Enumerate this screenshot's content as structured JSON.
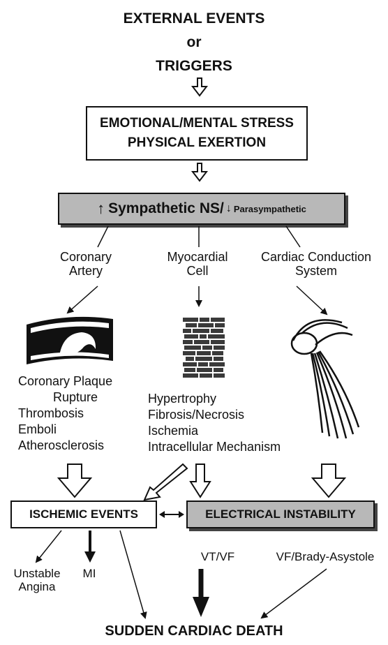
{
  "top": {
    "line1": "EXTERNAL EVENTS",
    "line2": "or",
    "line3": "TRIGGERS"
  },
  "stress_box": {
    "line1": "EMOTIONAL/MENTAL STRESS",
    "line2": "PHYSICAL EXERTION"
  },
  "ns_box": {
    "up_arrow": "↑",
    "sympathetic": "Sympathetic NS/",
    "down_arrow": "↓",
    "parasympathetic": "Parasympathetic"
  },
  "branches": {
    "coronary": {
      "line1": "Coronary",
      "line2": "Artery"
    },
    "myocardial": {
      "line1": "Myocardial",
      "line2": "Cell"
    },
    "conduction": {
      "line1": "Cardiac Conduction",
      "line2": "System"
    }
  },
  "coronary_list": [
    "Coronary Plaque",
    "Rupture",
    "Thrombosis",
    "Emboli",
    "Atherosclerosis"
  ],
  "myocardial_list": [
    "Hypertrophy",
    "Fibrosis/Necrosis",
    "Ischemia",
    "Intracellular Mechanism"
  ],
  "ischemic_box": "ISCHEMIC EVENTS",
  "electrical_box": "ELECTRICAL INSTABILITY",
  "outcomes": {
    "unstable_line1": "Unstable",
    "unstable_line2": "Angina",
    "mi": "MI",
    "vtvf": "VT/VF",
    "vf_brady": "VF/Brady-Asystole"
  },
  "final": "SUDDEN CARDIAC DEATH",
  "icons": [
    "hollow-down-arrow-icon",
    "double-headed-arrow-icon",
    "artery-plaque-icon",
    "myocardial-cells-icon",
    "conduction-system-icon"
  ]
}
